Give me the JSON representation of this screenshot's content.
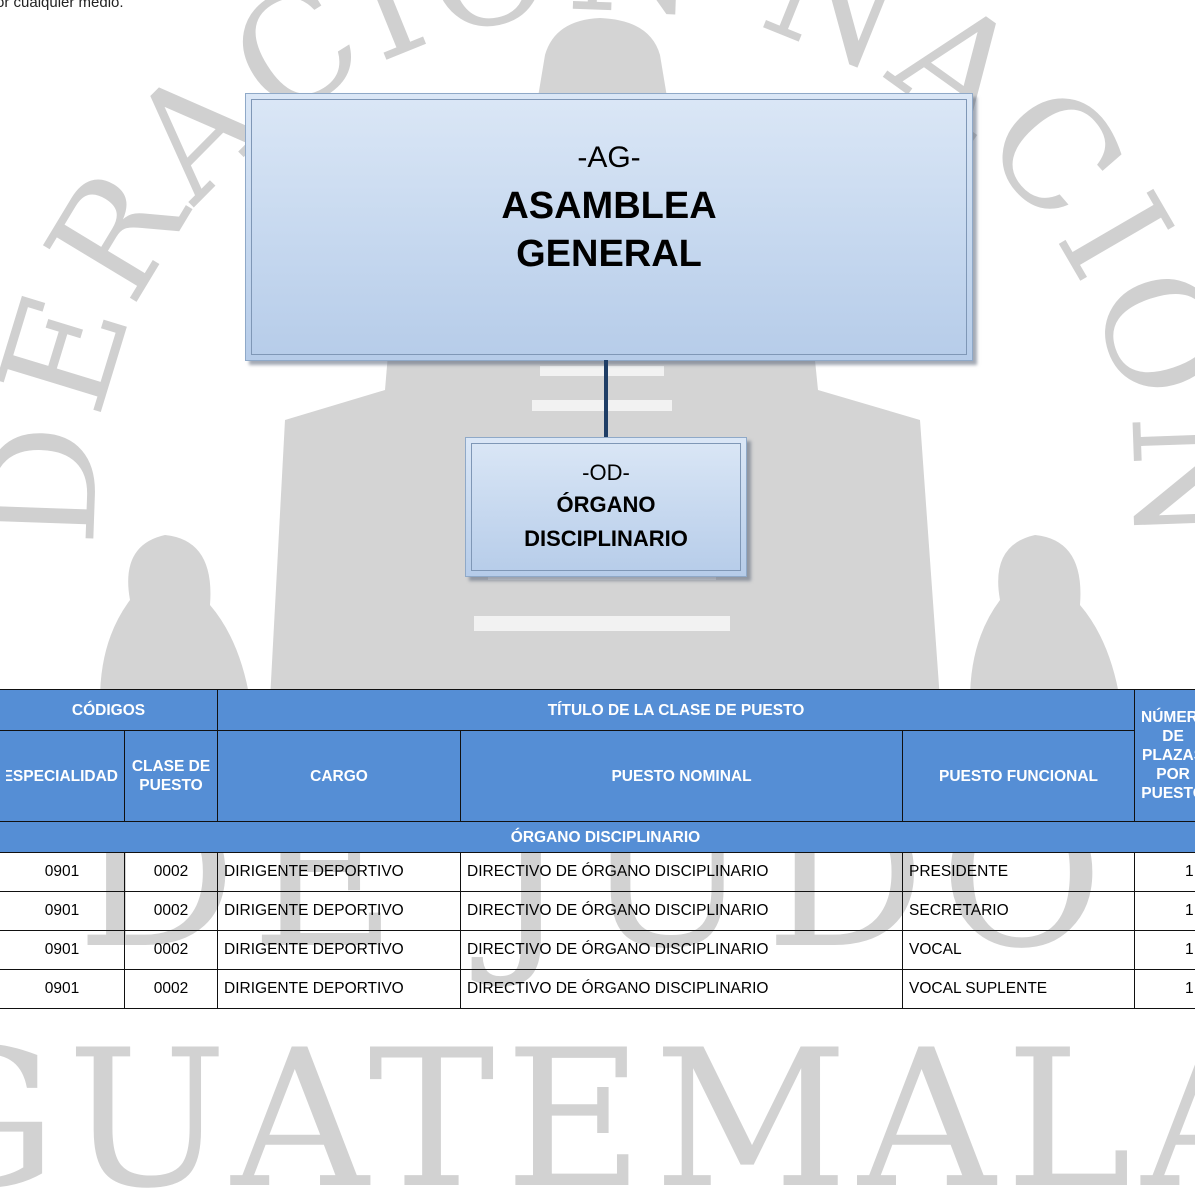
{
  "top_note": "or cualquier medio.",
  "watermark": {
    "arc_top": "FEDERACIÓN NACIONAL",
    "line2": "DE JUDO",
    "line3": "GUATEMALA"
  },
  "org_chart": {
    "top_box": {
      "abbr": "-AG-",
      "title": "ASAMBLEA GENERAL"
    },
    "child_box": {
      "abbr": "-OD-",
      "title": "ÓRGANO DISCIPLINARIO"
    }
  },
  "table": {
    "header": {
      "codigos": "CÓDIGOS",
      "titulo": "TÍTULO DE LA CLASE DE PUESTO",
      "numero": "NÚMERO DE PLAZAS POR PUESTO",
      "especialidad": "ESPECIALIDAD",
      "clase": "CLASE DE PUESTO",
      "cargo": "CARGO",
      "puesto_nominal": "PUESTO NOMINAL",
      "puesto_funcional": "PUESTO FUNCIONAL"
    },
    "section": "ÓRGANO DISCIPLINARIO",
    "rows": [
      {
        "especialidad": "0901",
        "clase": "0002",
        "cargo": "DIRIGENTE DEPORTIVO",
        "puesto_nominal": "DIRECTIVO DE ÓRGANO DISCIPLINARIO",
        "puesto_funcional": "PRESIDENTE",
        "plazas": "1"
      },
      {
        "especialidad": "0901",
        "clase": "0002",
        "cargo": "DIRIGENTE DEPORTIVO",
        "puesto_nominal": "DIRECTIVO DE ÓRGANO DISCIPLINARIO",
        "puesto_funcional": "SECRETARIO",
        "plazas": "1"
      },
      {
        "especialidad": "0901",
        "clase": "0002",
        "cargo": "DIRIGENTE DEPORTIVO",
        "puesto_nominal": "DIRECTIVO DE ÓRGANO DISCIPLINARIO",
        "puesto_funcional": "VOCAL",
        "plazas": "1"
      },
      {
        "especialidad": "0901",
        "clase": "0002",
        "cargo": "DIRIGENTE DEPORTIVO",
        "puesto_nominal": "DIRECTIVO DE ÓRGANO DISCIPLINARIO",
        "puesto_funcional": "VOCAL SUPLENTE",
        "plazas": "1"
      }
    ]
  }
}
